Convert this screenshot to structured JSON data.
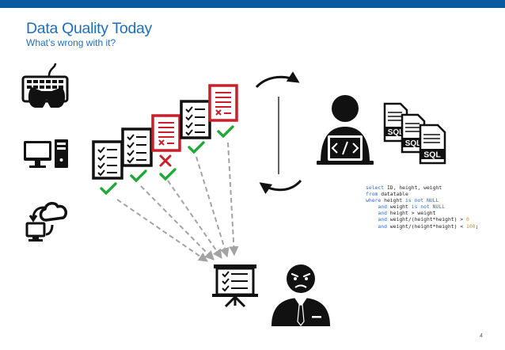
{
  "slide": {
    "title": "Data Quality Today",
    "subtitle": "What’s wrong with it?",
    "page_number": "4",
    "accent_color": "#0b5aa0",
    "title_color": "#1f6fb7",
    "ok_color": "#22a838",
    "error_color": "#c8202a"
  },
  "sources": {
    "icons": [
      "keyboard-icon",
      "desktop-computer-icon",
      "cloud-sync-icon"
    ]
  },
  "documents": {
    "status": [
      "ok",
      "ok",
      "error",
      "ok",
      "ok"
    ]
  },
  "developer": {
    "icons": [
      "developer-laptop-icon",
      "sql-files-icon"
    ],
    "file_label": "SQL"
  },
  "query": {
    "line1_kw": "select",
    "line1_rest": " ID, height, weight",
    "line2_kw": "from",
    "line2_rest": " datatable",
    "line3_kw1": "where",
    "line3_mid": " height ",
    "line3_kw2": "is not NULL",
    "line4_kw1": "and",
    "line4_mid": " weight ",
    "line4_kw2": "is not NULL",
    "line5_kw": "and",
    "line5_rest": " height > weight",
    "line6_kw": "and",
    "line6_rest": " weight/(height*height) > ",
    "line6_num": "0",
    "line7_kw": "and",
    "line7_rest": " weight/(height*height) < ",
    "line7_num": "100",
    "line7_end": ";"
  },
  "outcome": {
    "icons": [
      "presentation-board-icon",
      "frustrated-businessman-icon"
    ]
  }
}
